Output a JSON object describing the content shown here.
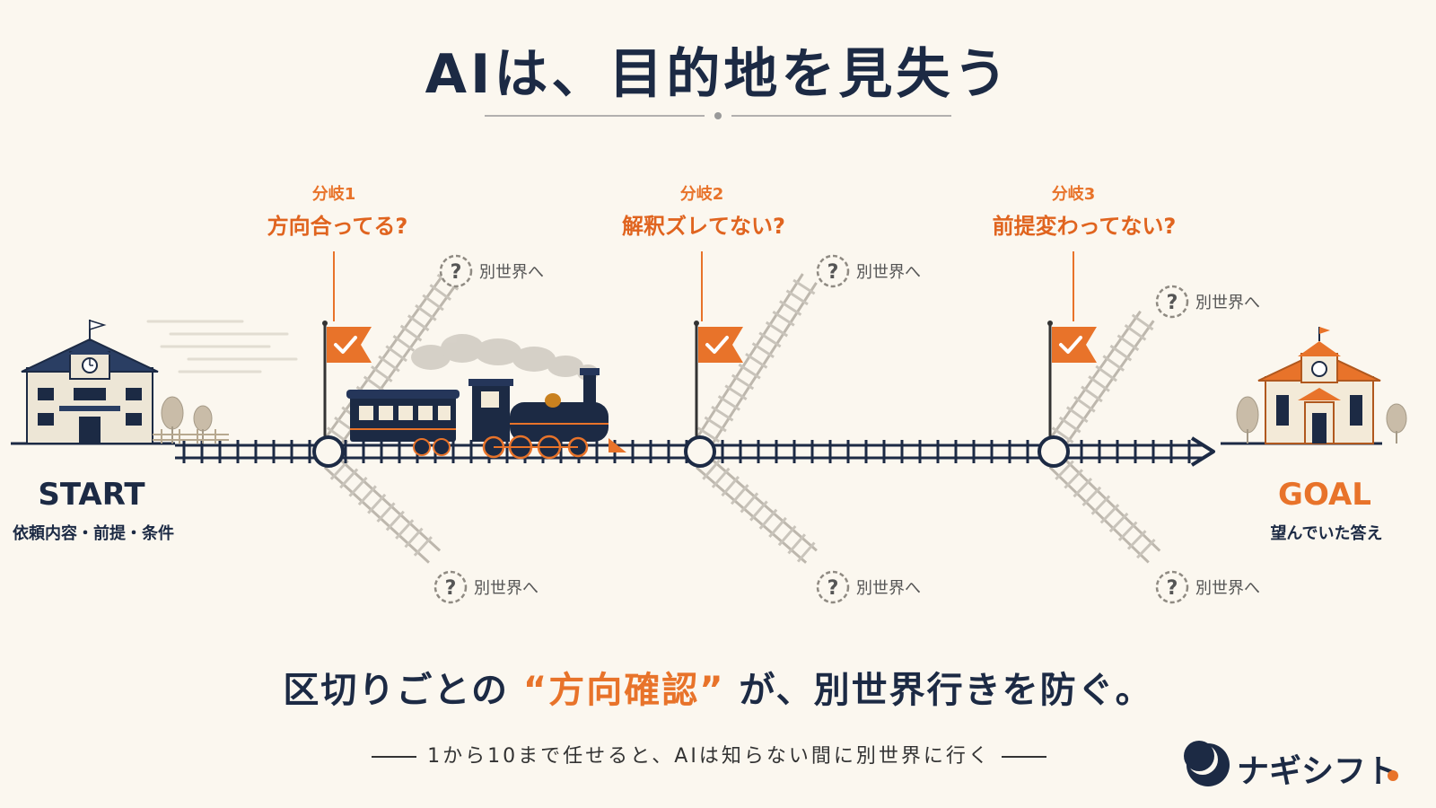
{
  "title": "AIは、目的地を見失う",
  "branches": [
    {
      "label": "分岐1",
      "question": "方向合ってる?"
    },
    {
      "label": "分岐2",
      "question": "解釈ズレてない?"
    },
    {
      "label": "分岐3",
      "question": "前提変わってない?"
    }
  ],
  "alt_label": "別世界へ",
  "start": {
    "title": "START",
    "subtitle": "依頼内容・前提・条件"
  },
  "goal": {
    "title": "GOAL",
    "subtitle": "望んでいた答え"
  },
  "tagline": {
    "before": "区切りごとの",
    "highlight": "“方向確認”",
    "after": "が、別世界行きを防ぐ。"
  },
  "subline": "1から10まで任せると、AIは知らない間に別世界に行く",
  "brand": "ナギシフト",
  "colors": {
    "navy": "#1c2a44",
    "orange": "#e8732a",
    "background": "#fbf7ef",
    "rail": "#c9c4bb"
  },
  "icons": [
    "school-building-icon",
    "train-icon",
    "check-flag-icon",
    "question-mark-icon",
    "tree-icon",
    "brand-moon-icon"
  ]
}
